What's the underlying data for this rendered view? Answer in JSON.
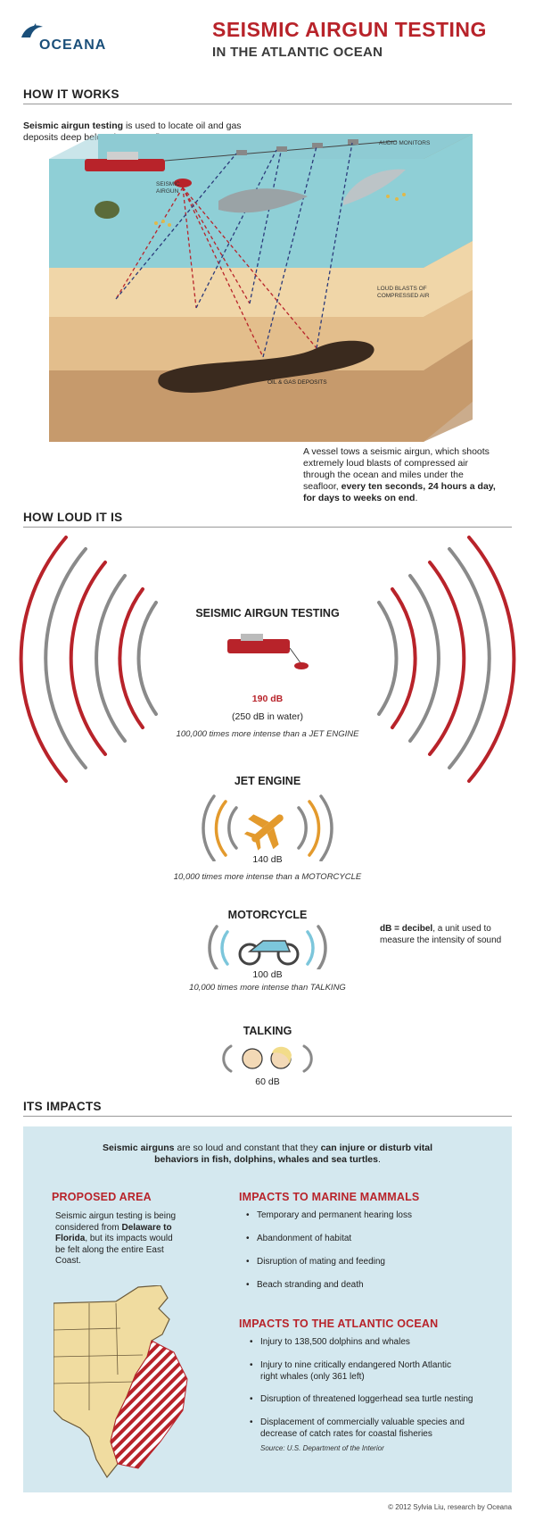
{
  "brand": {
    "name": "OCEANA"
  },
  "header": {
    "title_line1": "SEISMIC AIRGUN TESTING",
    "title_line2": "IN THE ATLANTIC OCEAN"
  },
  "how_it_works": {
    "heading": "HOW IT WORKS",
    "intro_bold": "Seismic airgun testing",
    "intro_rest": " is used to locate oil and gas deposits deep below the ocean floor.",
    "labels": {
      "audio_monitors": "AUDIO MONITORS",
      "seismic_airgun_1": "SEISMIC",
      "seismic_airgun_2": "AIRGUN",
      "loud_blasts_1": "LOUD BLASTS OF",
      "loud_blasts_2": "COMPRESSED AIR",
      "deposits": "OIL & GAS DEPOSITS"
    },
    "desc_plain": "A vessel tows a seismic airgun, which shoots extremely loud blasts of compressed air through the ocean and miles under the seafloor, ",
    "desc_bold": "every ten seconds, 24 hours a day, for days to weeks on end",
    "desc_end": "."
  },
  "how_loud": {
    "heading": "HOW LOUD IT IS",
    "levels": [
      {
        "title": "SEISMIC AIRGUN TESTING",
        "db": "190 dB",
        "db_sub": "(250 dB  in water)",
        "note": "100,000 times more intense than a JET ENGINE"
      },
      {
        "title": "JET ENGINE",
        "db": "140 dB",
        "note": "10,000 times more intense than a MOTORCYCLE"
      },
      {
        "title": "MOTORCYCLE",
        "db": "100 dB",
        "note": "10,000 times more intense than TALKING"
      },
      {
        "title": "TALKING",
        "db": "60 dB"
      }
    ],
    "definition_bold": "dB = decibel",
    "definition_rest": ", a unit used to measure the intensity of sound",
    "colors": {
      "red": "#b8232a",
      "gray": "#8a8a8a",
      "orange": "#e39a2d",
      "blue": "#7cc6db"
    }
  },
  "impacts": {
    "heading": "ITS IMPACTS",
    "lead_bold1": "Seismic airguns",
    "lead_mid": " are so loud and constant that they ",
    "lead_bold2": "can injure or disturb vital behaviors in fish, dolphins, whales and sea turtles",
    "lead_end": ".",
    "proposed_heading": "PROPOSED AREA",
    "proposed_text1": "Seismic airgun testing is being considered from ",
    "proposed_bold": "Delaware to Florida",
    "proposed_text2": ", but its impacts would be felt along the entire East Coast.",
    "mammals_heading": "IMPACTS TO MARINE MAMMALS",
    "mammals": [
      "Temporary and permanent hearing loss",
      "Abandonment of habitat",
      "Disruption of mating and feeding",
      "Beach stranding and death"
    ],
    "atlantic_heading": "IMPACTS TO THE ATLANTIC OCEAN",
    "atlantic": [
      "Injury to 138,500 dolphins and whales",
      "Injury to nine critically endangered North Atlantic right whales (only 361 left)",
      "Disruption of threatened loggerhead sea turtle nesting",
      "Displacement of commercially valuable species and decrease of catch rates for coastal fisheries"
    ],
    "source": "Source: U.S. Department of the Interior"
  },
  "footer": {
    "credit": "© 2012 Sylvia Liu, research by Oceana"
  }
}
